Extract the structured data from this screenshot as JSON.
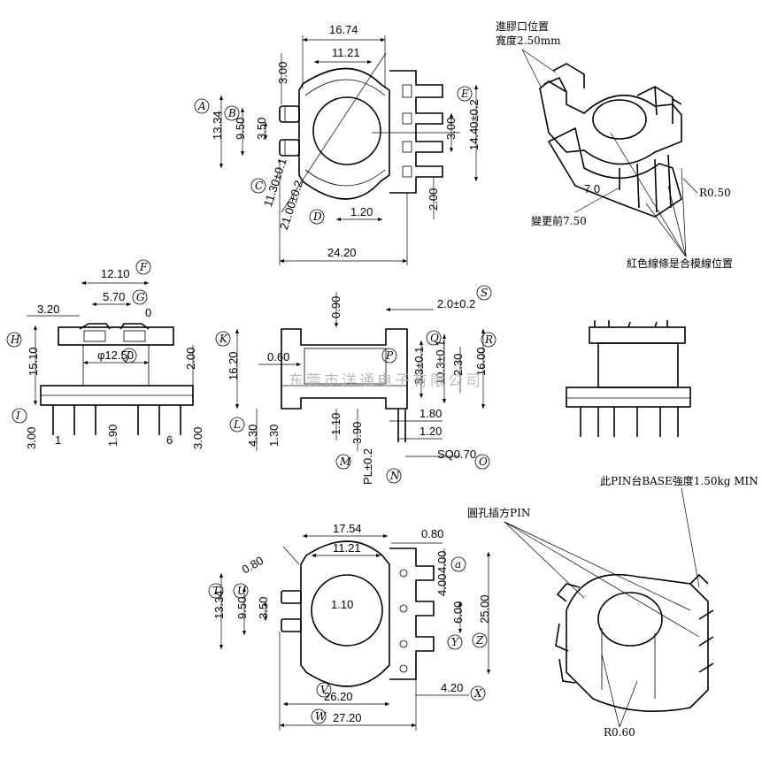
{
  "top_view": {
    "dims": [
      "16.74",
      "11.21",
      "3.00",
      "13.34",
      "9.50",
      "3.50",
      "3.00",
      "14.40±0.2",
      "11.30±0.1",
      "21.00±0.2",
      "1.20",
      "2.00",
      "24.20"
    ],
    "tags": [
      "A",
      "B",
      "C",
      "D",
      "E"
    ]
  },
  "iso_top": {
    "notes": [
      "進膠口位置",
      "寬度2.50mm",
      "R0.50",
      "7.0",
      "變更前7.50",
      "紅色線條是合模線位置"
    ]
  },
  "side_view": {
    "dims": [
      "12.10",
      "5.70",
      "3.20",
      "0",
      "15.10",
      "φ12.50",
      "2.00",
      "1",
      "1.90",
      "6",
      "3.00",
      "3.00"
    ],
    "tags": [
      "F",
      "G",
      "H",
      "I",
      "J"
    ]
  },
  "front_view": {
    "dims": [
      "0.90",
      "2.0±0.2",
      "16.20",
      "0.60",
      "8.3±0.1",
      "10.3±0.1",
      "2.30",
      "16.00",
      "1.10",
      "3.90",
      "1.80",
      "1.20",
      "4.30",
      "1.30",
      "PL±0.2",
      "SQ0.70"
    ],
    "tags": [
      "K",
      "L",
      "M",
      "N",
      "O",
      "P",
      "Q",
      "R",
      "S"
    ]
  },
  "watermark": "东莞市洋通电子有限公司",
  "bottom_view": {
    "dims": [
      "17.54",
      "11.21",
      "0.80",
      "0.80",
      "4.00",
      "4.00",
      "13.34",
      "9.50",
      "3.50",
      "1.10",
      "6.00",
      "25.00",
      "26.20",
      "4.20",
      "27.20"
    ],
    "tags": [
      "T",
      "U",
      "V",
      "W",
      "X",
      "Y",
      "Z",
      "a"
    ]
  },
  "iso_bottom": {
    "notes": [
      "此PIN台BASE強度1.50kg MIN",
      "圓孔插方PIN",
      "R0.60"
    ]
  }
}
